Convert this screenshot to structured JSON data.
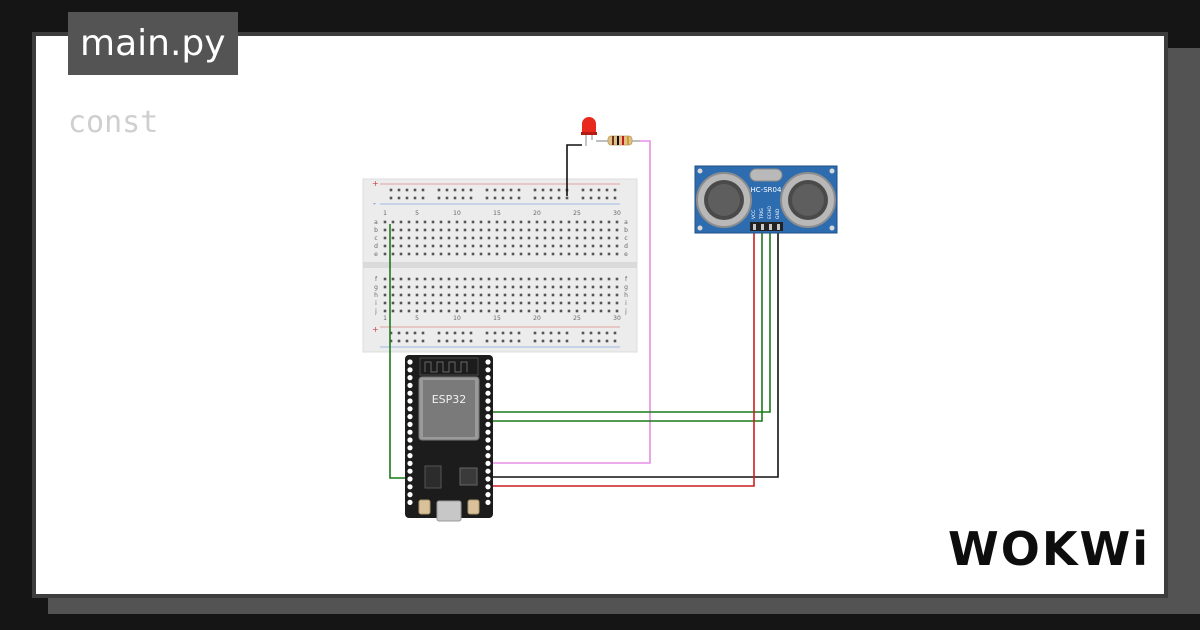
{
  "editor": {
    "file_name": "main.py",
    "code_preview": "const"
  },
  "circuit": {
    "mcu_label": "ESP32",
    "sensor_label": "HC-SR04",
    "sensor_pins": [
      "VCC",
      "TRIG",
      "ECHO",
      "GND"
    ],
    "breadboard_columns": [
      "1",
      "5",
      "10",
      "15",
      "20",
      "25",
      "30"
    ],
    "breadboard_rows_top": [
      "a",
      "b",
      "c",
      "d",
      "e"
    ],
    "breadboard_rows_bottom": [
      "f",
      "g",
      "h",
      "i",
      "j"
    ],
    "rail_plus": "+",
    "rail_minus": "-"
  },
  "colors": {
    "wire_green": "#1a7a1a",
    "wire_red": "#cc1f1f",
    "wire_black": "#111111",
    "wire_pink": "#e58ee5",
    "sensor_blue": "#2e6cb0",
    "led_red": "#e8271d"
  },
  "brand": {
    "logo_text": "WOKWi"
  }
}
